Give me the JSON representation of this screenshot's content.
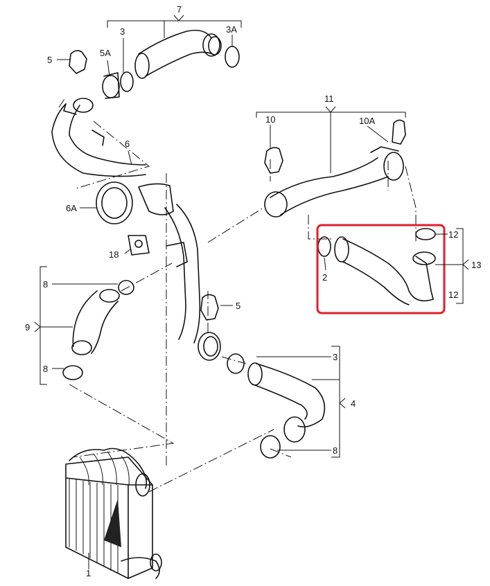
{
  "colors": {
    "line": "#111111",
    "highlight": "#e0202a",
    "background": "#ffffff"
  },
  "labels": {
    "l7": "7",
    "l3_top": "3",
    "l3A": "3A",
    "l5_top": "5",
    "l5A": "5A",
    "l6": "6",
    "l6A": "6A",
    "l18": "18",
    "l11": "11",
    "l10": "10",
    "l10A": "10A",
    "l12_top": "12",
    "l2": "2",
    "l13": "13",
    "l12_bottom": "12",
    "l8_upper": "8",
    "l9": "9",
    "l8_lower": "8",
    "l5_mid": "5",
    "l3_right": "3",
    "l4": "4",
    "l8_right": "8",
    "l1": "1"
  }
}
